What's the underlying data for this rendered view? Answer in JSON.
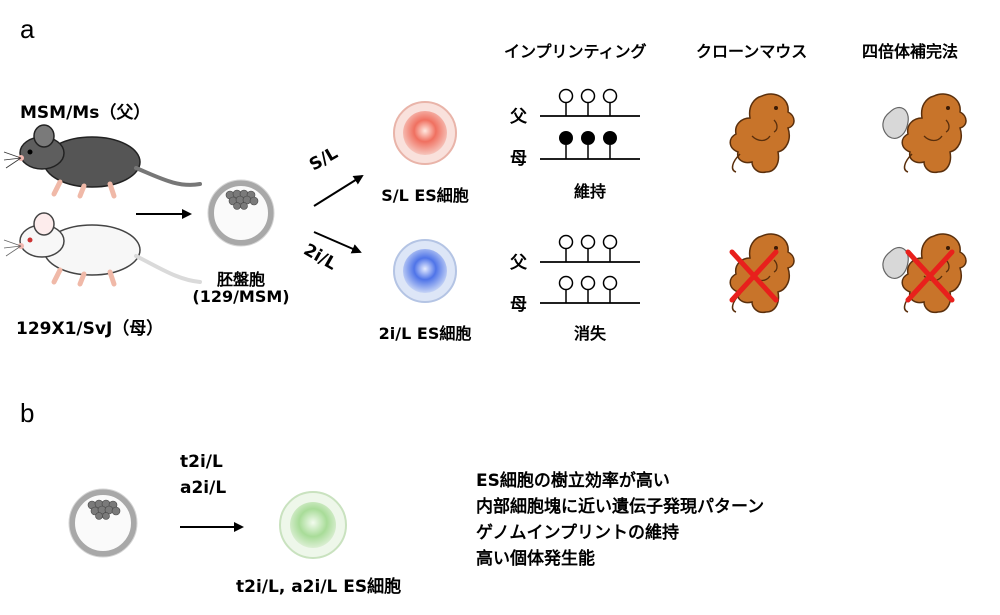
{
  "panel_a": {
    "label": "a",
    "father_label": "MSM/Ms（父）",
    "mother_label": "129X1/SvJ（母）",
    "blastocyst_label": "胚盤胞",
    "blastocyst_strain": "(129/MSM)",
    "condition_sl": "S/L",
    "condition_2il": "2i/L",
    "es_sl_label": "S/L ES細胞",
    "es_2il_label": "2i/L ES細胞",
    "col_imprinting": "インプリンティング",
    "col_clone": "クローンマウス",
    "col_tetraploid": "四倍体補完法",
    "paternal": "父",
    "maternal": "母",
    "imprint_sl_result": "維持",
    "imprint_2il_result": "消失"
  },
  "panel_b": {
    "label": "b",
    "condition_1": "t2i/L",
    "condition_2": "a2i/L",
    "es_label": "t2i/L, a2i/L ES細胞",
    "features": [
      "ES細胞の樹立効率が高い",
      "内部細胞塊に近い遺伝子発現パターン",
      "ゲノムインプリントの維持",
      "高い個体発生能"
    ]
  },
  "colors": {
    "sl_cell": "#f06a5c",
    "il2_cell": "#4f74e8",
    "t2i_cell": "#9fd68f",
    "embryo": "#c8742a",
    "cross": "#e8201c"
  }
}
